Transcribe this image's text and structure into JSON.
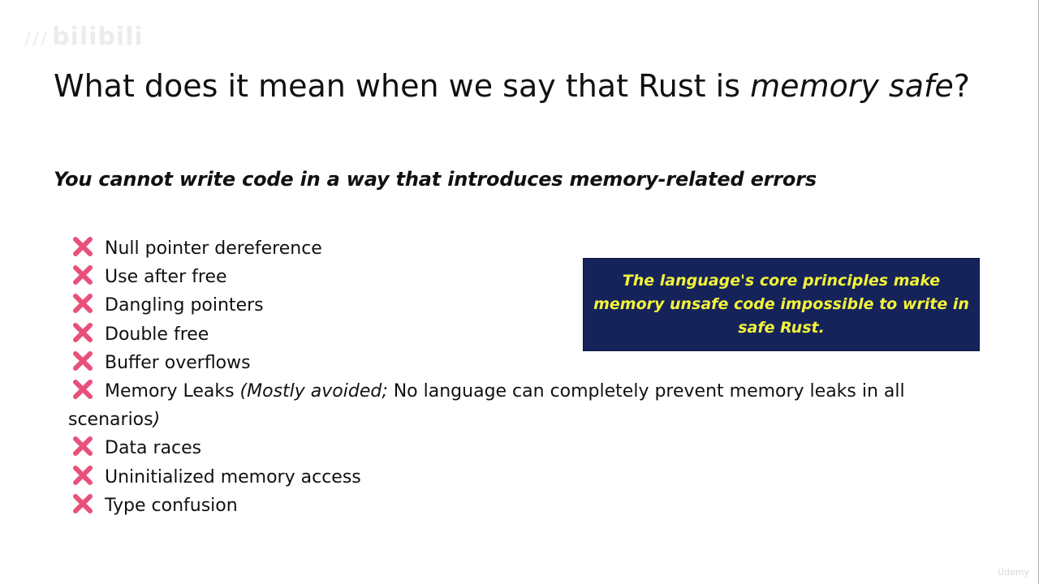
{
  "watermark": {
    "prefix": "///",
    "text": "bilibili"
  },
  "slide": {
    "title_prefix": "What does it mean when we say that Rust is ",
    "title_emphasis": "memory safe",
    "title_suffix": "?",
    "subtitle": "You cannot write code in a way that introduces memory-related errors",
    "bullet_icon": "red-x-mark-icon",
    "bullet_color": "#e8507a",
    "errors": [
      {
        "text": "Null pointer dereference"
      },
      {
        "text": "Use after free"
      },
      {
        "text": "Dangling pointers"
      },
      {
        "text": "Double free"
      },
      {
        "text": "Buffer overflows"
      },
      {
        "text": "Memory Leaks ",
        "italic": "(Mostly avoided;",
        "rest": " No language can completely prevent memory leaks in all scenarios",
        "closing": ")"
      },
      {
        "text": "Data races"
      },
      {
        "text": "Uninitialized memory access"
      },
      {
        "text": "Type confusion"
      }
    ],
    "callout": {
      "text": "The language's core principles make memory unsafe code impossible to write in safe Rust.",
      "background": "#15235a",
      "text_color": "#f2f23a"
    }
  },
  "corner_logo": "Udemy"
}
